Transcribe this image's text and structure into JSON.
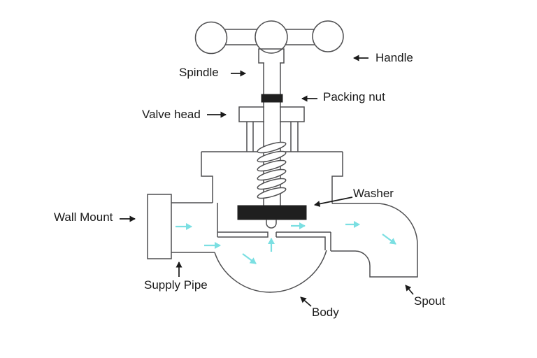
{
  "colors": {
    "line": "#4f4f51",
    "dark_fill": "#1f1f1f",
    "flow": "#7bdfe2",
    "ink": "#1a1a1a",
    "background": "#ffffff"
  },
  "labels": {
    "handle": "Handle",
    "spindle": "Spindle",
    "packing_nut": "Packing nut",
    "valve_head": "Valve head",
    "washer": "Washer",
    "wall_mount": "Wall Mount",
    "supply_pipe": "Supply Pipe",
    "body": "Body",
    "spout": "Spout"
  },
  "flow_arrows": [
    "right",
    "right",
    "down-right",
    "up",
    "right",
    "right",
    "down-right"
  ]
}
